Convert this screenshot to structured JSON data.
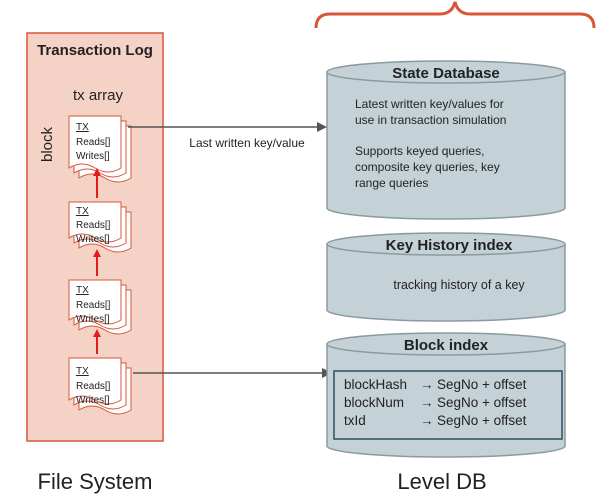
{
  "transaction_log": {
    "title": "Transaction Log",
    "tx_array_label": "tx array",
    "block_label": "block",
    "tx_docs": [
      {
        "tx_label": "TX",
        "reads_label": "Reads[]",
        "writes_label": "Writes[]"
      },
      {
        "tx_label": "TX",
        "reads_label": "Reads[]",
        "writes_label": "Writes[]"
      },
      {
        "tx_label": "TX",
        "reads_label": "Reads[]",
        "writes_label": "Writes[]"
      },
      {
        "tx_label": "TX",
        "reads_label": "Reads[]",
        "writes_label": "Writes[]"
      }
    ]
  },
  "arrow_label": "Last written key/value",
  "state_db": {
    "title": "State Database",
    "line1": "Latest written key/values for",
    "line2": "use in transaction simulation",
    "line3": "Supports keyed queries,",
    "line4": "composite key queries, key",
    "line5": "range queries"
  },
  "key_history": {
    "title": "Key History index",
    "desc": "tracking history of a key"
  },
  "block_index": {
    "title": "Block index",
    "rows": [
      {
        "key": "blockHash",
        "value": "SegNo + offset"
      },
      {
        "key": "blockNum",
        "value": "SegNo + offset"
      },
      {
        "key": "txId",
        "value": "SegNo + offset"
      }
    ]
  },
  "footer": {
    "left": "File System",
    "right": "Level DB"
  },
  "colors": {
    "cylinder_fill": "#c4d2d7",
    "cylinder_stroke": "#8a9a9e",
    "log_fill": "#f4d3c6",
    "log_stroke": "#d9553a",
    "arrow_red": "#e21b1b",
    "arrow_dark": "#555555"
  }
}
